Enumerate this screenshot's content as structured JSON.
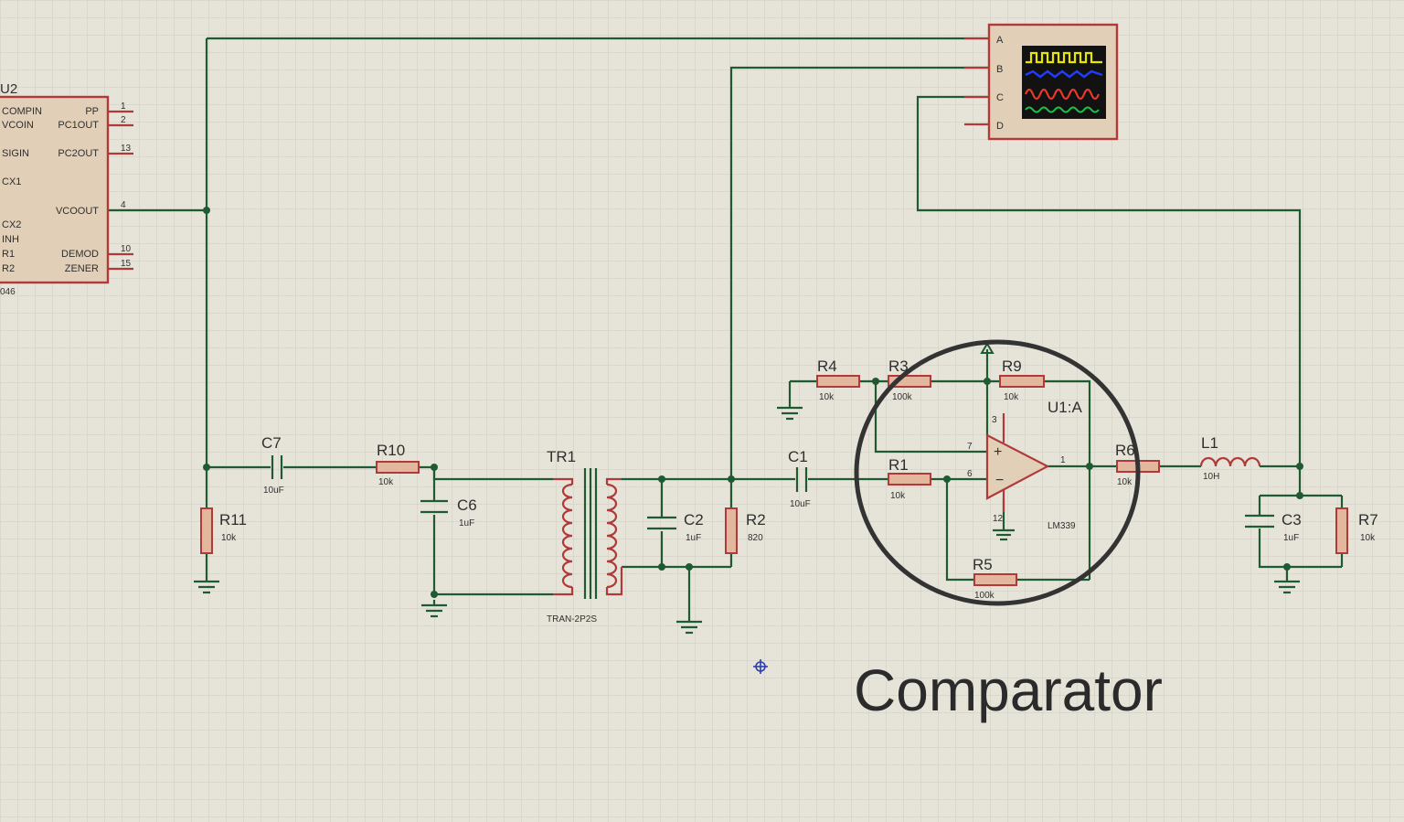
{
  "ic_u2": {
    "label": "U2",
    "pins_left": [
      "COMPIN",
      "VCOIN",
      "SIGIN",
      "CX1",
      "CX2",
      "INH",
      "R1",
      "R2"
    ],
    "pins_right": [
      "PP",
      "PC1OUT",
      "PC2OUT",
      "VCOOUT",
      "DEMOD",
      "ZENER"
    ],
    "pin_numbers": [
      "1",
      "2",
      "13",
      "4",
      "10",
      "15"
    ],
    "part_suffix": "046"
  },
  "scope": {
    "channels": [
      "A",
      "B",
      "C",
      "D"
    ],
    "trace_colors": [
      "#e8e600",
      "#1f3cff",
      "#e83a2a",
      "#19c24a"
    ]
  },
  "components": {
    "R11": {
      "name": "R11",
      "value": "10k"
    },
    "C7": {
      "name": "C7",
      "value": "10uF"
    },
    "R10": {
      "name": "R10",
      "value": "10k"
    },
    "C6": {
      "name": "C6",
      "value": "1uF"
    },
    "TR1": {
      "name": "TR1",
      "value": "TRAN-2P2S"
    },
    "C2": {
      "name": "C2",
      "value": "1uF"
    },
    "R2": {
      "name": "R2",
      "value": "820"
    },
    "C1": {
      "name": "C1",
      "value": "10uF"
    },
    "R4": {
      "name": "R4",
      "value": "10k"
    },
    "R3": {
      "name": "R3",
      "value": "100k"
    },
    "R9": {
      "name": "R9",
      "value": "10k"
    },
    "R1": {
      "name": "R1",
      "value": "10k"
    },
    "R5": {
      "name": "R5",
      "value": "100k"
    },
    "U1": {
      "name": "U1:A",
      "value": "LM339"
    },
    "R6": {
      "name": "R6",
      "value": "10k"
    },
    "L1": {
      "name": "L1",
      "value": "10H"
    },
    "C3": {
      "name": "C3",
      "value": "1uF"
    },
    "R7": {
      "name": "R7",
      "value": "10k"
    }
  },
  "opamp_pins": {
    "plus": "7",
    "minus": "6",
    "out": "1",
    "vcc": "3",
    "gnd": "12"
  },
  "annotation": "Comparator",
  "colors": {
    "background": "#e6e4d8",
    "grid": "#cfcdbf",
    "wire": "#1f5a32",
    "part_outline": "#b03a3a",
    "part_fill": "#e2b79d",
    "circle": "#333333"
  }
}
